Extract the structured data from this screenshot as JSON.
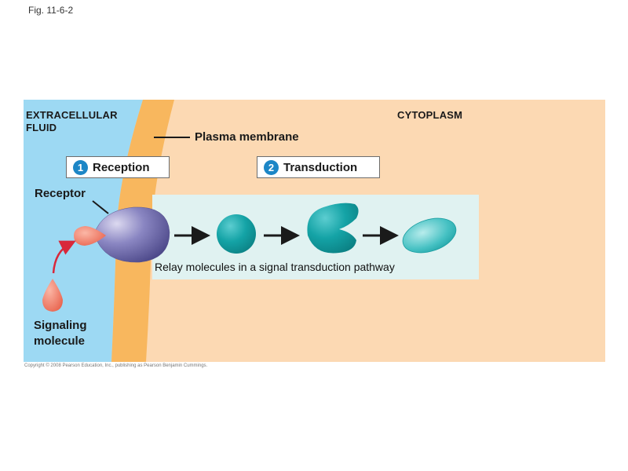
{
  "figure": {
    "label": "Fig. 11-6-2",
    "copyright": "Copyright © 2008 Pearson Education, Inc., publishing as Pearson Benjamin Cummings."
  },
  "regions": {
    "extracellular_line1": "EXTRACELLULAR",
    "extracellular_line2": "FLUID",
    "cytoplasm": "CYTOPLASM",
    "plasma_membrane": "Plasma membrane"
  },
  "steps": [
    {
      "number": "1",
      "label": "Reception"
    },
    {
      "number": "2",
      "label": "Transduction"
    }
  ],
  "labels": {
    "receptor": "Receptor",
    "signaling_line1": "Signaling",
    "signaling_line2": "molecule",
    "relay": "Relay molecules in a signal transduction pathway"
  },
  "colors": {
    "extracellular": "#9dd9f3",
    "membrane": "#f8b75e",
    "cytoplasm": "#fcd9b3",
    "relay_panel": "#e0f2f1",
    "receptor": "#7a76b4",
    "signal": "#f0806a",
    "relay_molecule": "#14a3a6",
    "step_badge": "#1c86c6"
  }
}
